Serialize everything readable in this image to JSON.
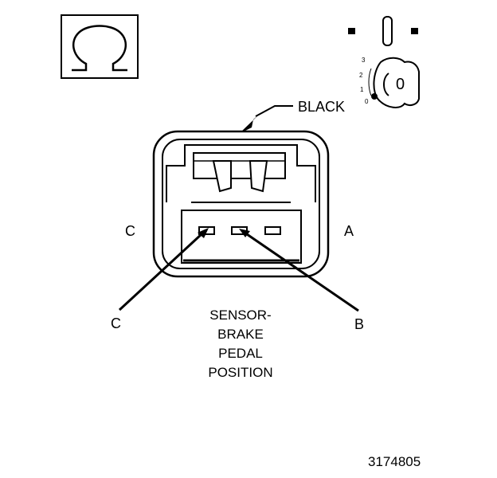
{
  "symbols": {
    "ohm_icon": "ohm-symbol-icon",
    "ignition_icon": "ignition-key-icon"
  },
  "ignition": {
    "positions": [
      "3",
      "2",
      "1",
      "0"
    ],
    "key_label": "0"
  },
  "labels": {
    "wire_color": "BLACK",
    "terminal_c_side": "C",
    "terminal_a_side": "A",
    "pointer_c": "C",
    "pointer_b": "B"
  },
  "caption": {
    "line1": "SENSOR-",
    "line2": "BRAKE",
    "line3": "PEDAL",
    "line4": "POSITION"
  },
  "figure_number": "3174805"
}
